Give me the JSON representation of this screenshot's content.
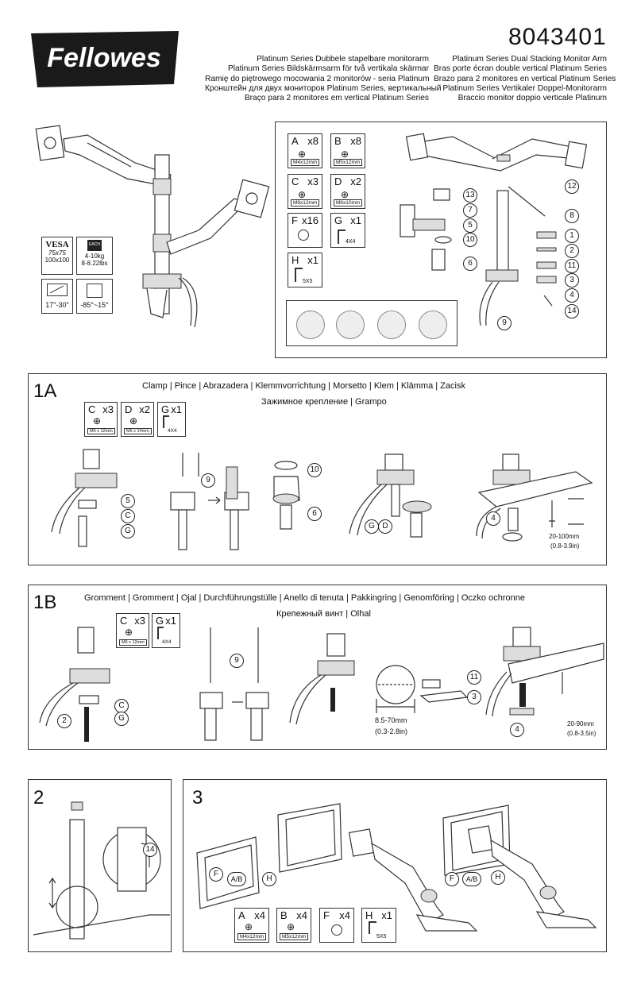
{
  "header": {
    "brand": "Fellowes",
    "part_number": "8043401",
    "titles_left": [
      "Platinum Series Dubbele stapelbare monitorarm",
      "Platinum Series Bildskärmsarm för två vertikala skärmar",
      "Ramię do piętrowego mocowania 2 monitorów - seria Platinum",
      "Кронштейн для двух мониторов Platinum Series, вертикальный",
      "Braço para 2 monitores em vertical Platinum Series"
    ],
    "titles_right": [
      "Platinum Series Dual Stacking Monitor Arm",
      "Bras porte écran double vertical Platinum Series",
      "Brazo para 2 monitores en vertical Platinum Series",
      "Platinum Series Vertikaler Doppel-Monitorarm",
      "Braccio monitor doppio verticale Platinum"
    ]
  },
  "specs": {
    "vesa_label": "VESA",
    "vesa_sizes": [
      "75x75",
      "100x100"
    ],
    "each_label": "EACH",
    "weight_kg": "4-10kg",
    "weight_lbs": "8-8.22lbs",
    "screen_range": "17\"-30\"",
    "tilt_range": "-85°~15°"
  },
  "parts": [
    {
      "letter": "A",
      "qty": "x8",
      "size": "M4x12mm"
    },
    {
      "letter": "B",
      "qty": "x8",
      "size": "M5x12mm"
    },
    {
      "letter": "C",
      "qty": "x3",
      "size": "M6x12mm"
    },
    {
      "letter": "D",
      "qty": "x2",
      "size": "M6x10mm"
    },
    {
      "letter": "F",
      "qty": "x16",
      "size": ""
    },
    {
      "letter": "G",
      "qty": "x1",
      "size": "4X4"
    },
    {
      "letter": "H",
      "qty": "x1",
      "size": "5X5"
    }
  ],
  "component_numbers": [
    "13",
    "7",
    "5",
    "10",
    "6",
    "9",
    "12",
    "8",
    "1",
    "2",
    "11",
    "3",
    "4",
    "14"
  ],
  "section_1a": {
    "label": "1A",
    "langs_line1": "Clamp  |  Pince  |  Abrazadera  |  Klemmvorrichtung  |  Morsetto  |  Klem  |  Klämma  |  Zacisk",
    "langs_line2": "Зажимное крепление  |  Grampo",
    "parts": [
      {
        "letter": "C",
        "qty": "x3",
        "size": "M6 x 12mm"
      },
      {
        "letter": "D",
        "qty": "x2",
        "size": "M6 x 14mm"
      },
      {
        "letter": "G",
        "qty": "x1",
        "size": "4X4"
      }
    ],
    "callouts": [
      "5",
      "C",
      "G",
      "9",
      "10",
      "6",
      "G",
      "D",
      "4"
    ],
    "thickness_mm": "20-100mm",
    "thickness_in": "(0.8-3.9in)"
  },
  "section_1b": {
    "label": "1B",
    "langs_line1": "Gromment  |  Gromment  |  Ojal  |  Durchführungstülle  |  Anello di tenuta  |  Pakkingring  |  Genomföring  |  Oczko ochronne",
    "langs_line2": "Крепежный винт  |  Olhal",
    "parts": [
      {
        "letter": "C",
        "qty": "x3",
        "size": "M6 x 12mm"
      },
      {
        "letter": "G",
        "qty": "x1",
        "size": "4X4"
      }
    ],
    "callouts": [
      "C",
      "2",
      "G",
      "9",
      "11",
      "3",
      "4"
    ],
    "hole_mm": "8.5-70mm",
    "hole_in": "(0.3-2.8in)",
    "thickness_mm": "20-90mm",
    "thickness_in": "(0.8-3.5in)"
  },
  "section_2": {
    "label": "2",
    "callouts": [
      "14"
    ]
  },
  "section_3": {
    "label": "3",
    "callouts": [
      "F",
      "A/B",
      "H",
      "F",
      "A/B",
      "H"
    ],
    "parts": [
      {
        "letter": "A",
        "qty": "x4",
        "size": "M4x12mm"
      },
      {
        "letter": "B",
        "qty": "x4",
        "size": "M5x12mm"
      },
      {
        "letter": "F",
        "qty": "x4",
        "size": ""
      },
      {
        "letter": "H",
        "qty": "x1",
        "size": "5X5"
      }
    ]
  }
}
